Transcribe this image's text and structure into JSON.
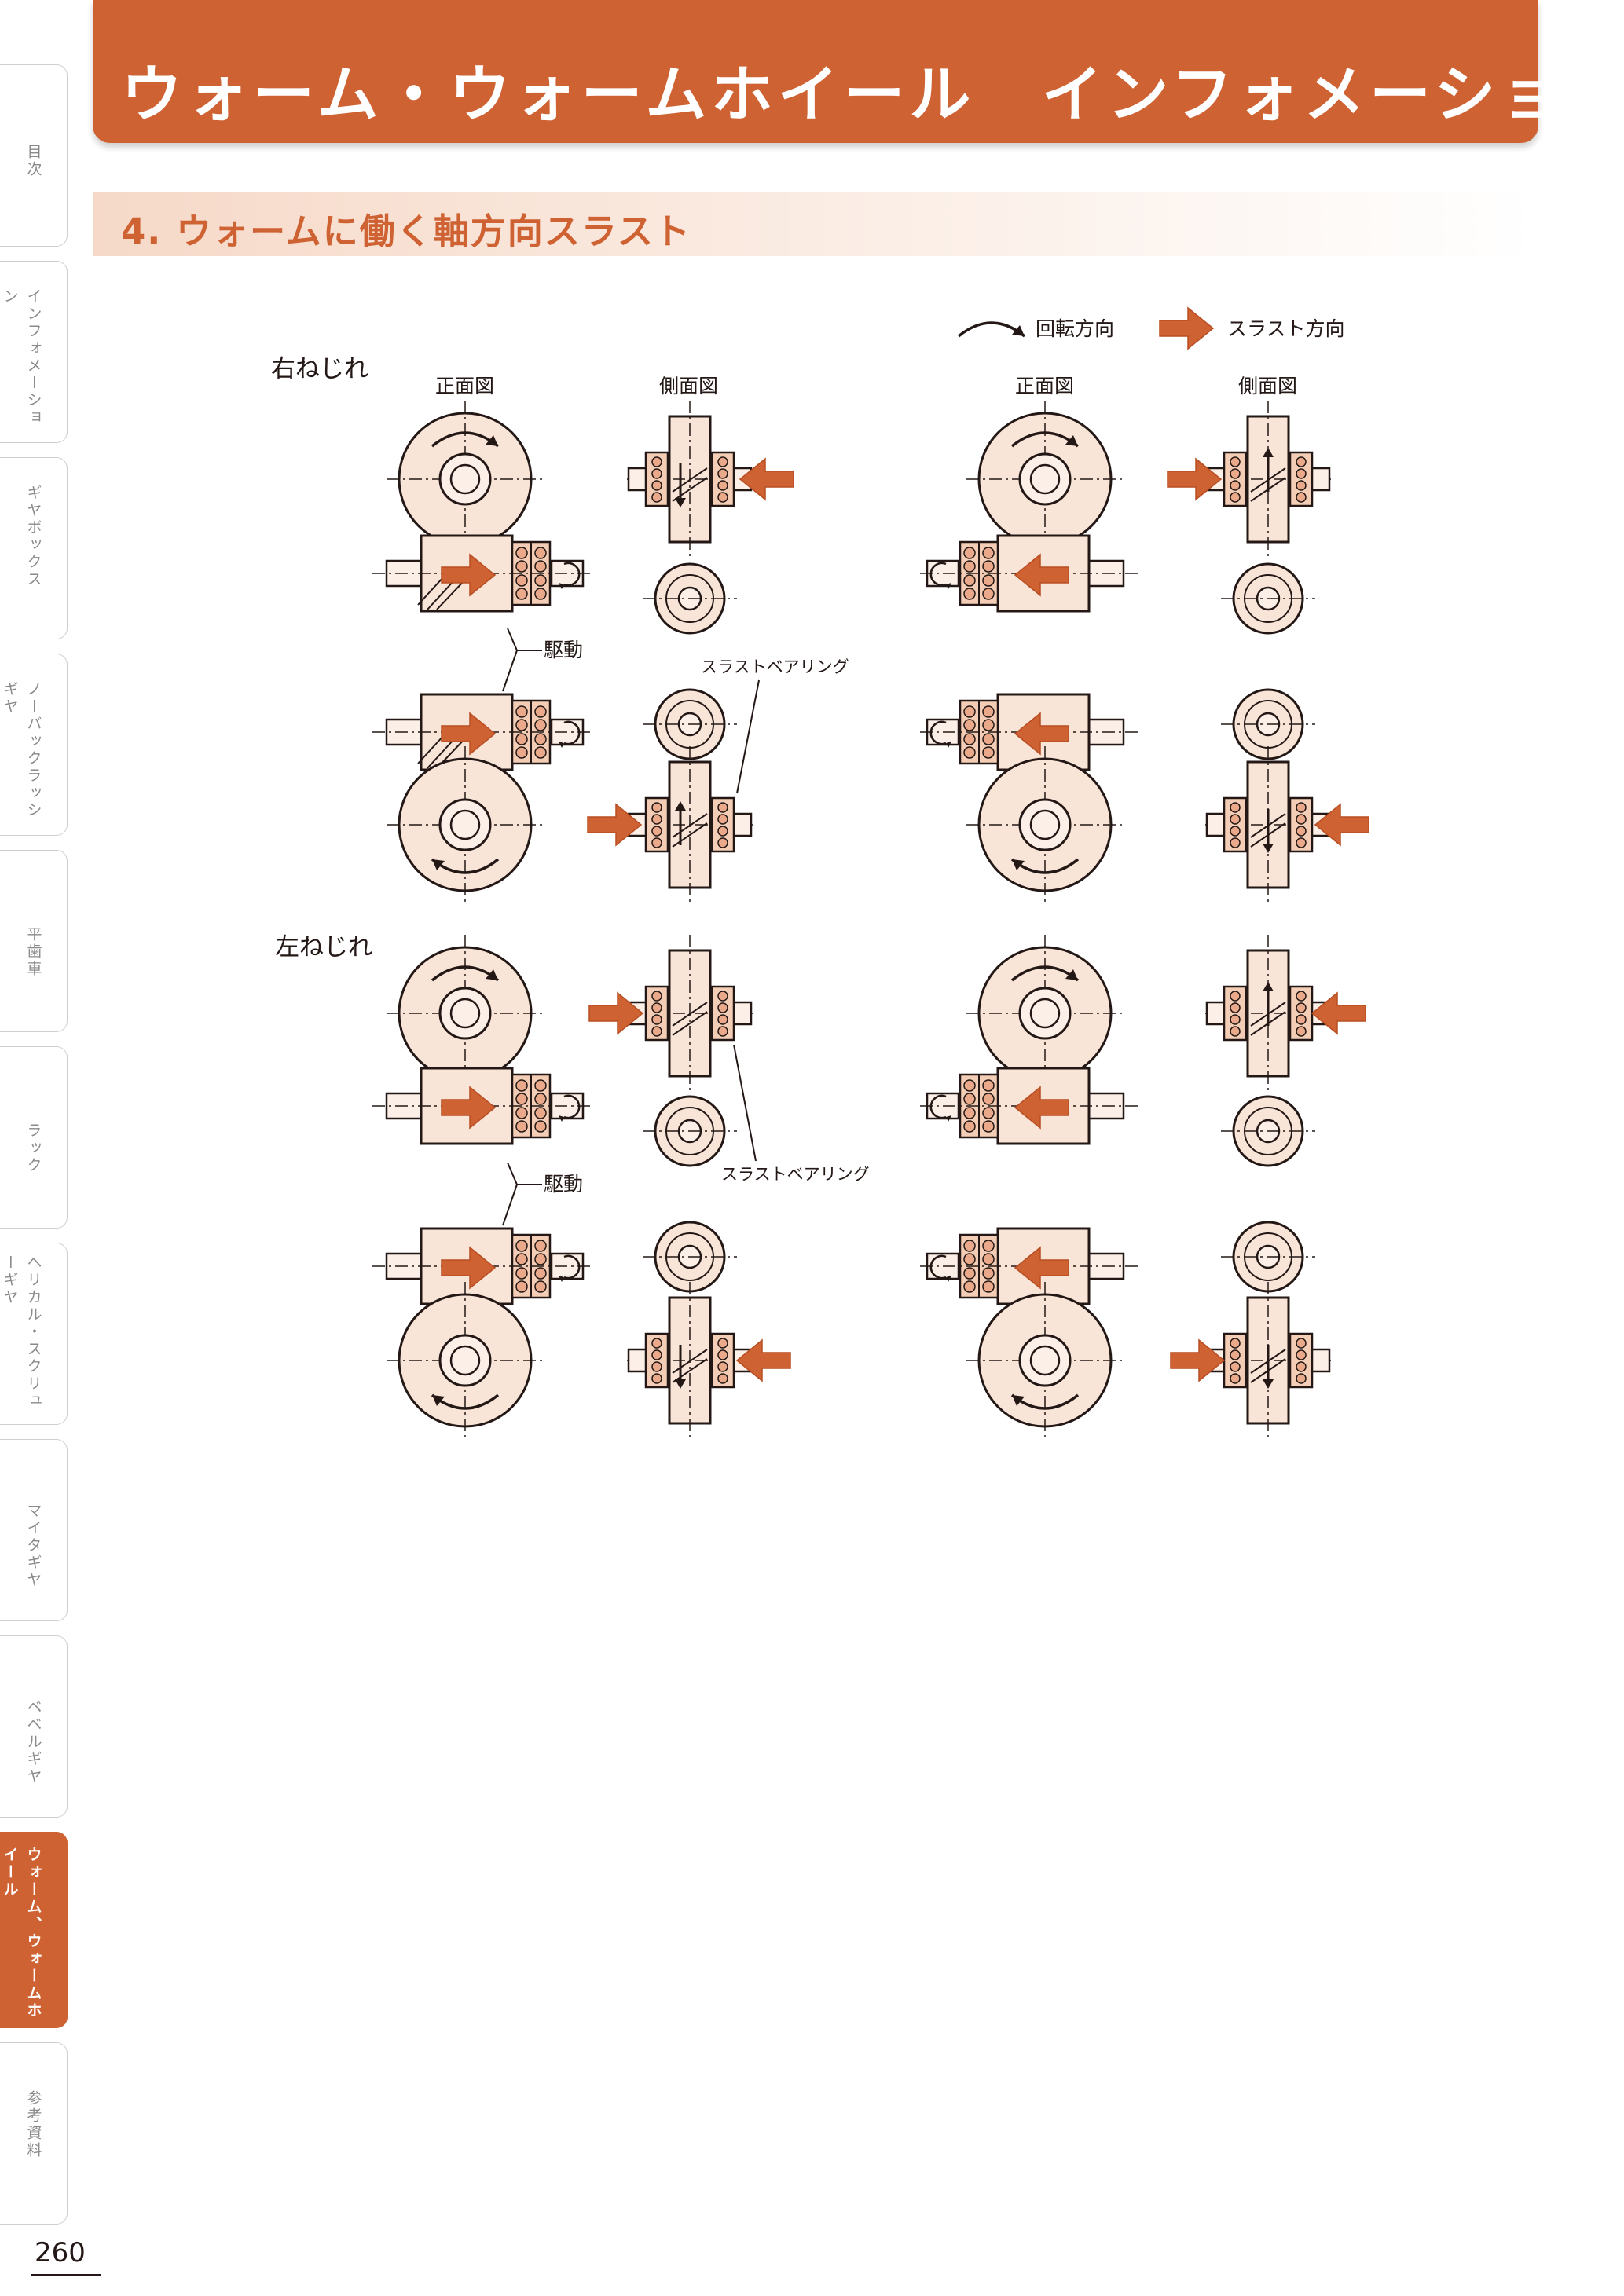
{
  "header": {
    "title": "ウォーム・ウォームホイール　インフォメーション"
  },
  "section": {
    "title": "4. ウォームに働く軸方向スラスト"
  },
  "side_tabs": [
    {
      "label": "目次",
      "active": false
    },
    {
      "label": "インフォメーション",
      "active": false
    },
    {
      "label": "ギヤボックス",
      "active": false
    },
    {
      "label": "ノーバックラッシギヤ",
      "active": false
    },
    {
      "label": "平歯車",
      "active": false
    },
    {
      "label": "ラック",
      "active": false
    },
    {
      "label": "ヘリカル・スクリューギヤ",
      "active": false
    },
    {
      "label": "マイタギヤ",
      "active": false
    },
    {
      "label": "ベベルギヤ",
      "active": false
    },
    {
      "label": "ウォーム、ウォームホイール",
      "active": true
    },
    {
      "label": "参考資料",
      "active": false
    }
  ],
  "legend": {
    "rotation": "回転方向",
    "thrust": "スラスト方向"
  },
  "groups": {
    "right": "右ねじれ",
    "left": "左ねじれ"
  },
  "view_labels": {
    "front": "正面図",
    "side": "側面図"
  },
  "annotations": {
    "drive": "駆動",
    "bearing": "スラストベアリング"
  },
  "colors": {
    "accent": "#cf6233",
    "fill": "#f9e4d8",
    "line": "#231815"
  },
  "page_number": "260"
}
